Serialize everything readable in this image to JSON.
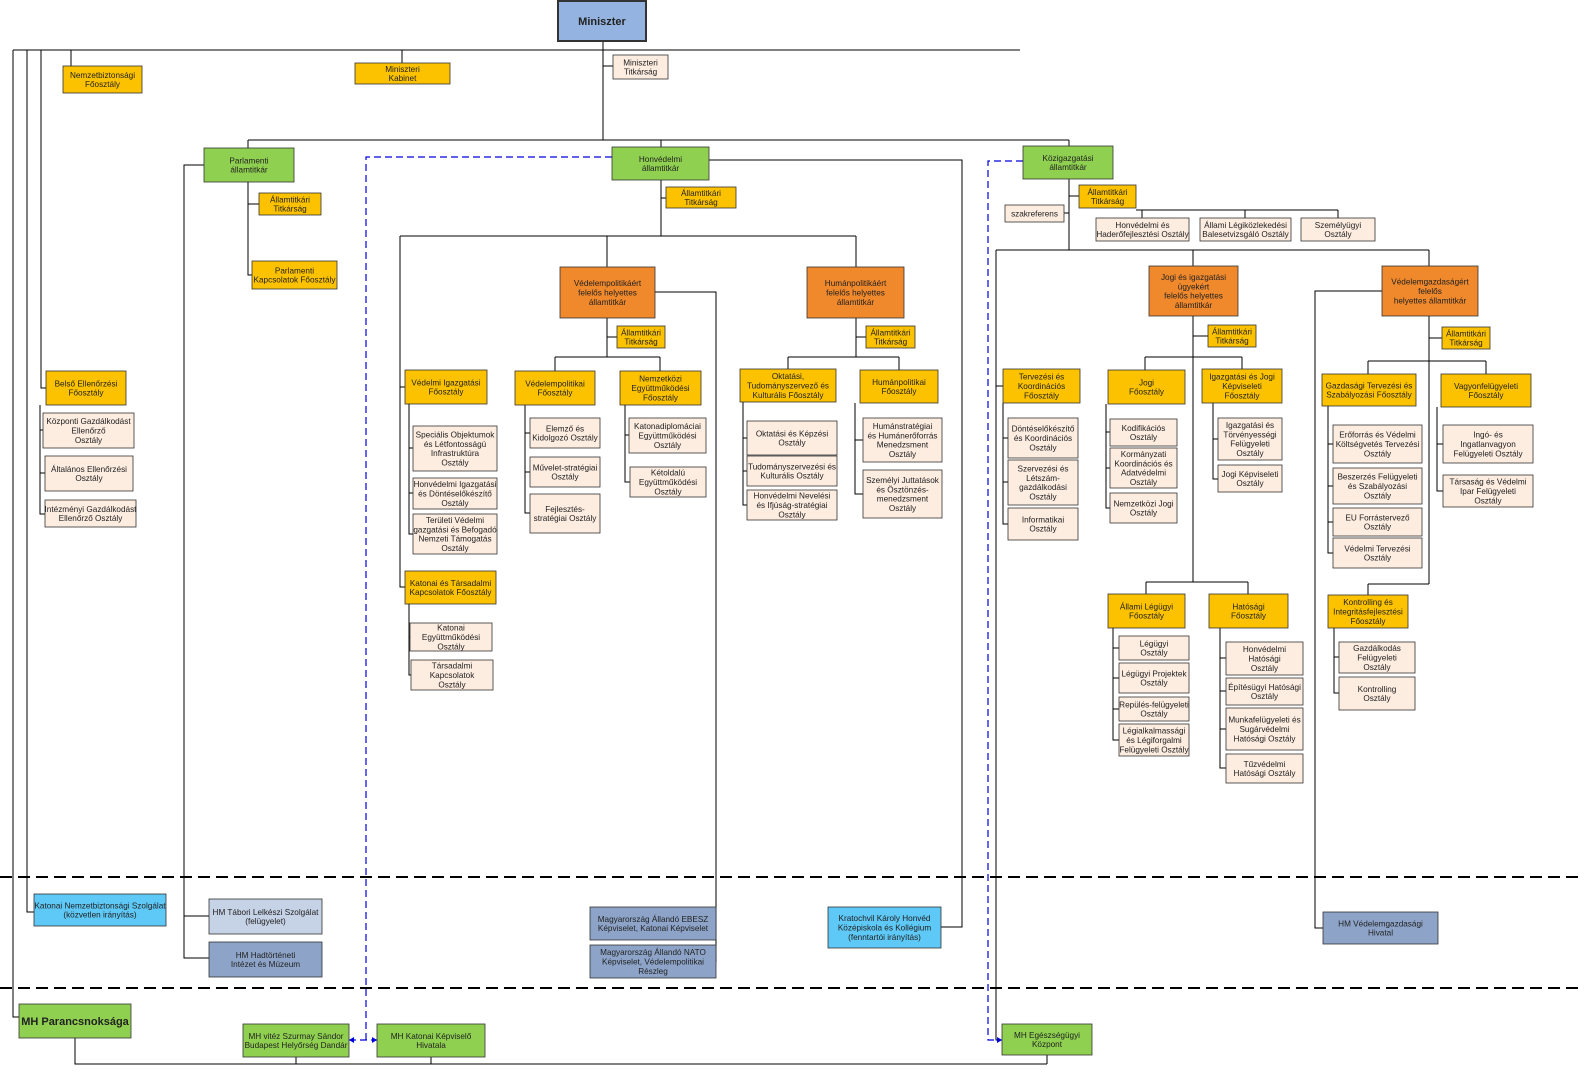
{
  "colors": {
    "minister": "#95b3e0",
    "green": "#8fd050",
    "orange": "#f0882c",
    "yellow": "#fcc200",
    "cream": "#fdece0",
    "lightblue": "#5ec8f6",
    "lightgray": "#c6d2e6",
    "grayblue": "#8da4c8",
    "line": "#000000",
    "dashed": "#0000dd"
  },
  "nodes": {
    "miniszter": "Miniszter",
    "nemzetbiztonsagi": "Nemzetbiztonsági\nFőosztály",
    "min_kabinet": "Miniszteri\nKabinet",
    "min_titkarsag": "Miniszteri\nTitkárság",
    "parl_at": "Parlamenti\nállamtitkár",
    "parl_titk": "Államtitkári\nTitkárság",
    "parl_kapcs": "Parlamenti\nKapcsolatok Főosztály",
    "honv_at": "Honvédelmi\nállamtitkár",
    "honv_titk": "Államtitkári\nTitkárság",
    "kozig_at": "Közigazgatási\nállamtitkár",
    "kozig_titk": "Államtitkári\nTitkárság",
    "szakreferens": "szakreferens",
    "honv_haderof": "Honvédelmi és\nHaderőfejlesztési Osztály",
    "allami_legik": "Állami Légiközlekedési\nBalesetvizsgáló Osztály",
    "szemelyugyi": "Személyügyi\nOsztály",
    "vedelempol_hat": "Védelempolitikáért\nfelelős helyettes\nállamtitkár",
    "humanpol_hat": "Humánpolitikáért\nfelelős helyettes\nállamtitkár",
    "jogi_hat": "Jogi és igazgatási\nügyekért\nfelelős helyettes\nállamtitkár",
    "vedgazd_hat": "Védelemgazdaságért\nfelelős\nhelyettes államtitkár",
    "vp_titk": "Államtitkári\nTitkárság",
    "hp_titk": "Államtitkári\nTitkárság",
    "jogi_titk": "Államtitkári\nTitkárság",
    "vg_titk": "Államtitkári\nTitkárság",
    "belso_ell": "Belső Ellenőrzési\nFőosztály",
    "kozp_gazd": "Központi Gazdálkodást\nEllenőrző\nOsztály",
    "altalanos_ell": "Általános Ellenőrzési\nOsztály",
    "intezmenyi": "Intézményi Gazdálkodást\nEllenőrző Osztály",
    "vedelmi_igazg": "Védelmi Igazgatási\nFőosztály",
    "specialis": "Speciális Objektumok\nés Létfontosságú\nInfrastruktúra\nOsztály",
    "honv_igazg": "Honvédelmi Igazgatási\nés Döntéselőkészítő\nOsztály",
    "teruleti": "Területi Védelmi\ngazgatási és Befogadó\nNemzeti Támogatás\nOsztály",
    "katonai_tars": "Katonai és Társadalmi\nKapcsolatok Főosztály",
    "katonai_egy": "Katonai\nEgyüttműködési\nOsztály",
    "tarsadalmi": "Társadalmi\nKapcsolatok\nOsztály",
    "vedelempol_fo": "Védelempolitikai\nFőosztály",
    "elemzo": "Elemző és\nKidolgozó Osztály",
    "muvelet": "Művelet-stratégiai\nOsztály",
    "fejlesztes": "Fejlesztés-\nstratégiai Osztály",
    "nemzetkozi_fo": "Nemzetközi\nEgyüttműködési\nFőosztály",
    "katonadipl": "Katonadiplomáciai\nEgyüttműködési\nOsztály",
    "ketoldalu": "Kétoldalú\nEgyüttműködési\nOsztály",
    "oktatasi_fo": "Oktatási,\nTudományszervező és\nKulturális Főosztály",
    "oktatasi_o": "Oktatási és Képzési\nOsztály",
    "tudomany_o": "Tudományszervezési és\nKulturális Osztály",
    "nevelesi_o": "Honvédelmi Nevelési\nés Ifjúság-stratégiai\nOsztály",
    "humanpol_fo": "Humánpolitikai\nFőosztály",
    "humanstrat": "Humánstratégiai\nés  Humánerőforrás\nMenedzsment\nOsztály",
    "szemelyi_jutt": "Személyi Juttatások\nés Ösztönzés-\nmenedzsment\nOsztály",
    "tervezesi_fo": "Tervezési és\nKoordinációs\nFőosztály",
    "dontesel": "Döntéselőkészítő\nés Koordinációs\nOsztály",
    "szervezesi": "Szervezési és\nLétszám-\ngazdálkodási\nOsztály",
    "informatikai": "Informatikai\nOsztály",
    "jogi_fo": "Jogi\nFőosztály",
    "kodifikacios": "Kodifikációs\nOsztály",
    "kormanyzati": "Kormányzati\nKoordinációs és\nAdatvédelmi\nOsztály",
    "nemzetkozi_jogi": "Nemzetközi Jogi\nOsztály",
    "igazg_jogi_fo": "Igazgatási és Jogi\nKépviseleti\nFőosztály",
    "igazg_torv": "Igazgatási és\nTörvényességi\nFelügyeleti\nOsztály",
    "jogi_kepv": "Jogi Képviseleti\nOsztály",
    "allami_legugyi": "Állami Légügyi\nFőosztály",
    "legugyi_o": "Légügyi\nOsztály",
    "legugyi_proj": "Légügyi Projektek\nOsztály",
    "repules": "Repülés-felügyeleti\nOsztály",
    "legialk": "Légialkalmassági\nés Légiforgalmi\nFelügyeleti Osztály",
    "hatosagi_fo": "Hatósági\nFőosztály",
    "honv_hatosagi": "Honvédelmi\nHatósági\nOsztály",
    "epitesugyi": "Építésügyi Hatósági\nOsztály",
    "munkafel": "Munkafelügyeleti és\nSugárvédelmi\nHatósági Osztály",
    "tuzvedelmi": "Tűzvédelmi\nHatósági Osztály",
    "gazd_terv_fo": "Gazdasági Tervezési és\nSzabályozási Főosztály",
    "eroforras": "Erőforrás és Védelmi\nKöltségvetés Tervezési\nOsztály",
    "beszerzes": "Beszerzés Felügyeleti\nés Szabályozási\nOsztály",
    "eu_forras": "EU Forrástervező\nOsztály",
    "vedelmi_terv": "Védelmi Tervezési\nOsztály",
    "vagyonfel_fo": "Vagyonfelügyeleti\nFőosztály",
    "ingo": "Ingó- és\nIngatlanvagyon\nFelügyeleti Osztály",
    "tarsasag": "Társaság és Védelmi\nIpar Felügyeleti\nOsztály",
    "kontrolling_fo": "Kontrolling és\nIntegritásfejlesztési\nFőosztály",
    "gazdalkodas": "Gazdálkodás\nFelügyeleti\nOsztály",
    "kontrolling_o": "Kontrolling\nOsztály",
    "katonai_nbsz": "Katonai Nemzetbiztonsági Szolgálat\n(közvetlen irányítás)",
    "tabori": "HM Tábori Lelkészi Szolgálat\n(felügyelet)",
    "hadtorteneti": "HM Hadtörténeti\nIntézet és Múzeum",
    "ebesz": "Magyarország Állandó EBESZ\nKépviselet, Katonai Képviselet",
    "nato": "Magyarország Állandó NATO\nKépviselet, Védelempolitikai\nRészleg",
    "kratochvil": "Kratochvil Károly Honvéd\nKözépiskola és Kollégium\n(fenntartói irányítás)",
    "vedgazd_hiv": "HM  Védelemgazdasági\nHivatal",
    "mh_parancs": "MH Parancsnoksága",
    "szurmay": "MH vitéz Szurmay Sándor\nBudapest Helyőrség Dandár",
    "mh_kat_kepv": "MH Katonai Képviselő\nHivatala",
    "mh_egeszseg": "MH Egészségügyi\nKözpont"
  }
}
